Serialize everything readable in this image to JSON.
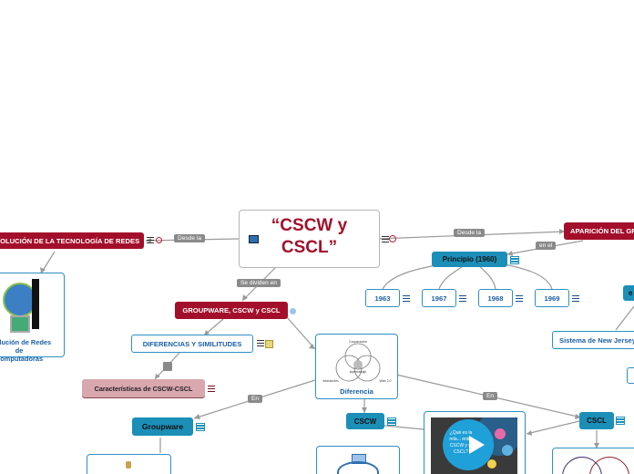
{
  "root": {
    "line1": "“CSCW y",
    "line2": "CSCL”"
  },
  "nodes": {
    "evolution": "EVOLUCIÓN DE LA TECNOLOGÍA DE REDES",
    "apparition": "APARICIÓN DEL GROUPWARE",
    "groupware_cscw_cscl": "GROUPWARE, CSCW y CSCL",
    "principio": "Principio (1960)",
    "y1963": "1963",
    "y1967": "1967",
    "y1968": "1968",
    "y1969": "1969",
    "diferencias": "DIFERENCIAS Y SIMILITUDES",
    "caracteristicas": "Características de CSCW-CSCL",
    "groupware": "Groupware",
    "cscw": "CSCW",
    "cscl": "CSCL",
    "diferencia": "Diferencia",
    "nj": "Sistema de New Jersey",
    "evolucion_card_l1": "Evolución de Redes de",
    "evolucion_card_l2": "Computadoras",
    "video_text": "¿Qué es la rela... entre CSCW y el CSCL?"
  },
  "labels": {
    "desde_la_left": "Desde la",
    "desde_la_right": "Desde la",
    "en_el": "en el",
    "se_dividen_en": "Se dividen en",
    "en_left": "En",
    "en_right": "En"
  },
  "venn": {
    "top": "Cooperación",
    "left": "Interacción",
    "right": "Web 2.0",
    "center": "Aprendizaje"
  },
  "colors": {
    "red": "#a30f2a",
    "teal": "#1c8fb8",
    "outline": "#2e8fc4",
    "link": "#9a9a9a"
  }
}
